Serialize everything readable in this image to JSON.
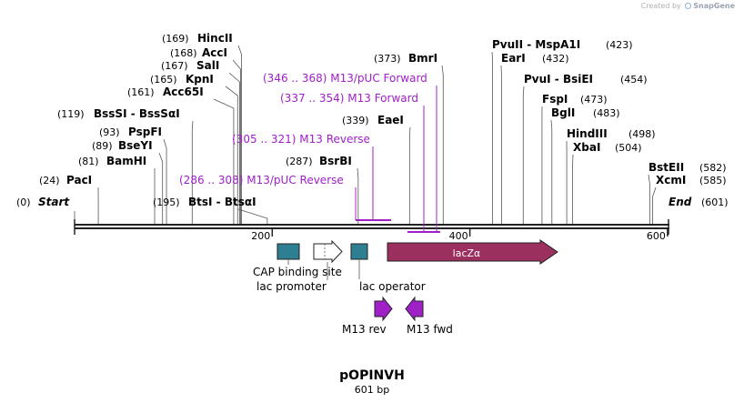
{
  "credit": {
    "prefix": "Created by",
    "brand": "SnapGene"
  },
  "plasmid": {
    "name": "pOPINVH",
    "length_label": "601 bp",
    "length": 601
  },
  "ruler": {
    "ticks": [
      200,
      400,
      600
    ]
  },
  "ends": [
    {
      "pos": 0,
      "name": "Start",
      "label": "(0)"
    },
    {
      "pos": 601,
      "name": "End",
      "label": "(601)"
    }
  ],
  "enzymes": [
    {
      "name": "PacI",
      "pos_label": "(24)"
    },
    {
      "name": "BamHI",
      "pos_label": "(81)"
    },
    {
      "name": "BseYI",
      "pos_label": "(89)"
    },
    {
      "name": "PspFI",
      "pos_label": "(93)"
    },
    {
      "name": "BssSI - BssSαI",
      "pos_label": "(119)"
    },
    {
      "name": "Acc65I",
      "pos_label": "(161)"
    },
    {
      "name": "KpnI",
      "pos_label": "(165)"
    },
    {
      "name": "SalI",
      "pos_label": "(167)"
    },
    {
      "name": "AccI",
      "pos_label": "(168)"
    },
    {
      "name": "HincII",
      "pos_label": "(169)"
    },
    {
      "name": "BtsI - BtsαI",
      "pos_label": "(195)"
    },
    {
      "name": "BsrBI",
      "pos_label": "(287)"
    },
    {
      "name": "EaeI",
      "pos_label": "(339)"
    },
    {
      "name": "BmrI",
      "pos_label": "(373)"
    },
    {
      "name": "PvuII - MspA1I",
      "pos_label": "(423)"
    },
    {
      "name": "EarI",
      "pos_label": "(432)"
    },
    {
      "name": "PvuI - BsiEI",
      "pos_label": "(454)"
    },
    {
      "name": "FspI",
      "pos_label": "(473)"
    },
    {
      "name": "BglI",
      "pos_label": "(483)"
    },
    {
      "name": "HindIII",
      "pos_label": "(498)"
    },
    {
      "name": "XbaI",
      "pos_label": "(504)"
    },
    {
      "name": "BstEII",
      "pos_label": "(582)"
    },
    {
      "name": "XcmI",
      "pos_label": "(585)"
    }
  ],
  "primers": [
    {
      "name": "M13/pUC Reverse",
      "range": "(286 .. 308)",
      "color": "#a020c8"
    },
    {
      "name": "M13 Reverse",
      "range": "(305 .. 321)",
      "color": "#a020c8"
    },
    {
      "name": "M13 Forward",
      "range": "(337 .. 354)",
      "color": "#a020c8"
    },
    {
      "name": "M13/pUC Forward",
      "range": "(346 .. 368)",
      "color": "#a020c8"
    }
  ],
  "features": [
    {
      "name": "CAP binding site",
      "type": "protein_bind",
      "color": "#2e7f91"
    },
    {
      "name": "lac promoter",
      "type": "promoter",
      "color": "#ffffff"
    },
    {
      "name": "lac operator",
      "type": "protein_bind",
      "color": "#2e7f91"
    },
    {
      "name": "lacZα",
      "type": "gene",
      "color": "#9b2f5e"
    },
    {
      "name": "M13 rev",
      "type": "primer_bind",
      "color": "#a020c8"
    },
    {
      "name": "M13 fwd",
      "type": "primer_bind",
      "color": "#a020c8"
    }
  ]
}
